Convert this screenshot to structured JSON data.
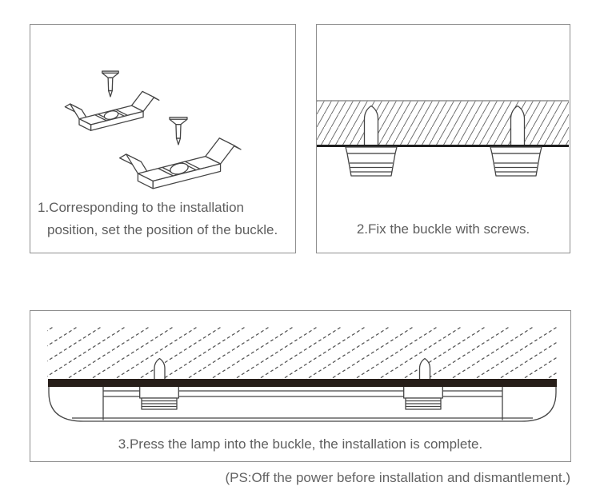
{
  "document": {
    "background": "#ffffff",
    "type_hint": "lamp installation instruction sheet"
  },
  "colors": {
    "panel_border": "#8f8f8f",
    "line_art": "#454545",
    "caption_text": "#5e5e5e",
    "hatch_solid": "#6e6e6e",
    "hatch_dashed": "#4c4c4c",
    "ceiling_baseline": "#1e1e1e",
    "lamp_bar": "#271e19"
  },
  "panels": {
    "step1": {
      "caption_line1": "1.Corresponding to the installation",
      "caption_line2": "position, set the position of the buckle."
    },
    "step2": {
      "caption": "2.Fix the buckle with screws."
    },
    "step3": {
      "caption": "3.Press the lamp into the buckle, the installation is complete."
    }
  },
  "footnote": "(PS:Off the power before installation and dismantlement.)",
  "illustrations": {
    "step1": "two-mounting-buckle-clips-with-screws-floating-above",
    "step2": "ceiling-cross-section-hatched-with-two-screwed-buckles",
    "step3": "lamp-housing-pressed-onto-buckles-under-hatched-ceiling"
  }
}
